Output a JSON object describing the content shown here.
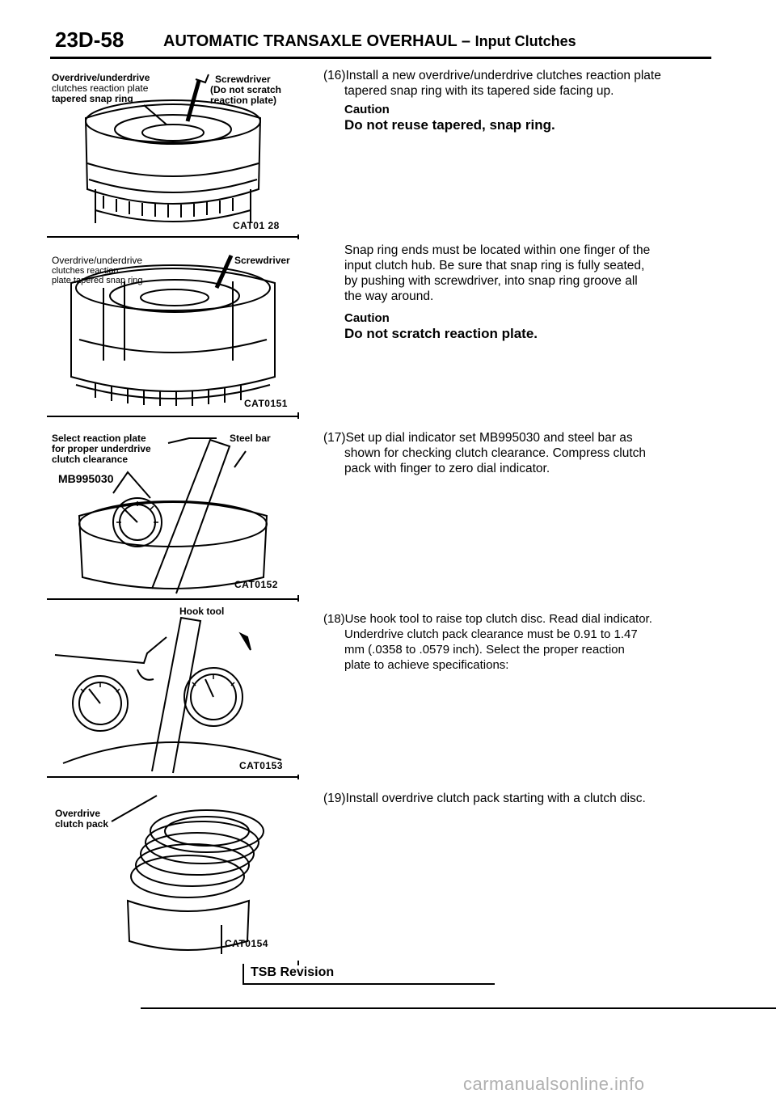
{
  "header": {
    "page_number": "23D-58",
    "title": "AUTOMATIC TRANSAXLE OVERHAUL –",
    "subtitle": "Input Clutches"
  },
  "figures": [
    {
      "code": "CAT01 28",
      "labels": [
        "Overdrive/underdrive",
        "clutches reaction plate",
        "tapered snap ring",
        "Screwdriver",
        "(Do not scratch",
        "reaction plate)"
      ]
    },
    {
      "code": "CAT0151",
      "labels": [
        "Overdrive/underdrive",
        "clutches reaction",
        "plate tapered snap ring",
        "Screwdriver"
      ]
    },
    {
      "code": "CAT0152",
      "labels": [
        "Select reaction plate",
        "for proper underdrive",
        "clutch clearance",
        "Steel bar",
        "MB995030"
      ]
    },
    {
      "code": "CAT0153",
      "labels": [
        "Hook tool"
      ]
    },
    {
      "code": "CAT0154",
      "labels": [
        "Overdrive",
        "clutch pack"
      ]
    }
  ],
  "steps": {
    "s16": {
      "heading": "(16)Install a new overdrive/underdrive clutches reaction plate",
      "line2": "tapered snap ring with its tapered side facing up.",
      "caution_label": "Caution",
      "caution_text": "Do not reuse tapered, snap ring."
    },
    "note": {
      "line1": "Snap ring ends must be located within one finger of the",
      "line2": "input clutch hub. Be sure that snap ring is fully seated,",
      "line3": "by pushing with screwdriver, into snap ring groove all",
      "line4": "the way around.",
      "caution_label": "Caution",
      "caution_text": "Do not scratch reaction plate."
    },
    "s17": {
      "heading": "(17)Set up dial indicator set MB995030 and steel bar as",
      "line2": "shown for checking clutch clearance. Compress clutch",
      "line3": "pack with finger to zero dial indicator."
    },
    "s18": {
      "heading": "(18)Use hook tool to raise top clutch disc. Read dial indicator.",
      "line2": "Underdrive clutch pack clearance must be 0.91 to 1.47",
      "line3": "mm (.0358 to .0579 inch). Select the proper reaction",
      "line4": "plate to achieve specifications:"
    },
    "s19": {
      "heading": "(19)Install overdrive clutch pack starting with a clutch disc."
    }
  },
  "footer": {
    "tsb_label": "TSB Revision",
    "watermark": "carmanualsonline.info"
  }
}
